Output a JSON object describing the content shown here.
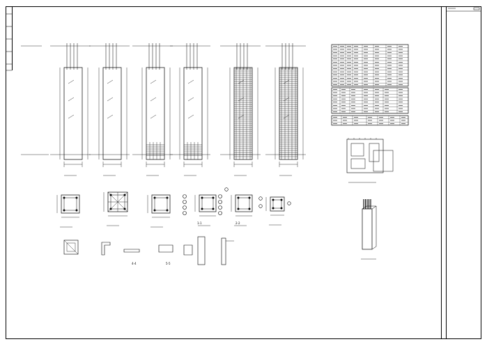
{
  "titlebar": {
    "right_label": "",
    "corner_label": ""
  },
  "elevations": {
    "labels": [
      "",
      "",
      "",
      "",
      "",
      ""
    ]
  },
  "details": {
    "labels": [
      "",
      "",
      "",
      "",
      "",
      "",
      ""
    ],
    "row2_labels": [
      "",
      "",
      "",
      "",
      "",
      ""
    ],
    "sections": {
      "s2": "2-2",
      "s1": "1-1",
      "s4": "4-4",
      "s5": "5-5"
    }
  },
  "tables": {
    "t1_title": "",
    "t2_title": "",
    "t3_title": ""
  },
  "iso": {
    "plan_label": "",
    "iso_label": ""
  }
}
